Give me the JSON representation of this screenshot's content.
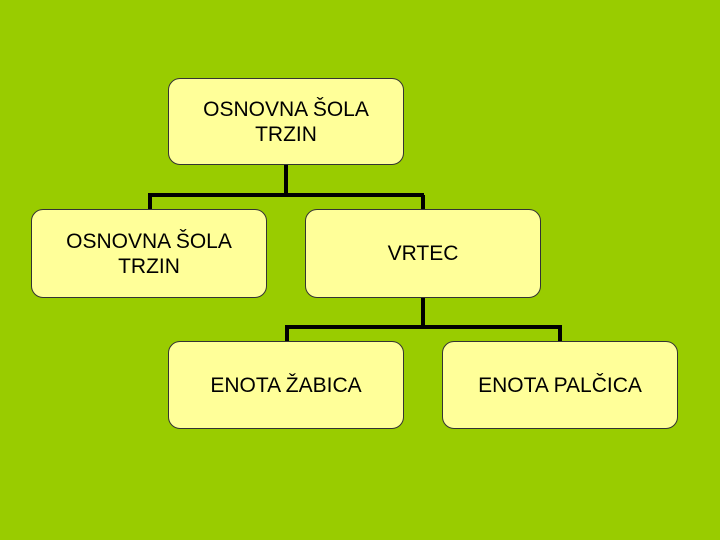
{
  "diagram": {
    "nodes": {
      "root": "OSNOVNA ŠOLA\nTRZIN",
      "school": "OSNOVNA ŠOLA\nTRZIN",
      "vrtec": "VRTEC",
      "zabica": "ENOTA ŽABICA",
      "palcica": "ENOTA PALČICA"
    },
    "edges": [
      [
        "root",
        "school"
      ],
      [
        "root",
        "vrtec"
      ],
      [
        "vrtec",
        "zabica"
      ],
      [
        "vrtec",
        "palcica"
      ]
    ]
  },
  "colors": {
    "background": "#99cc00",
    "node_fill": "#ffff99",
    "node_border": "#333333",
    "connector": "#000000"
  }
}
